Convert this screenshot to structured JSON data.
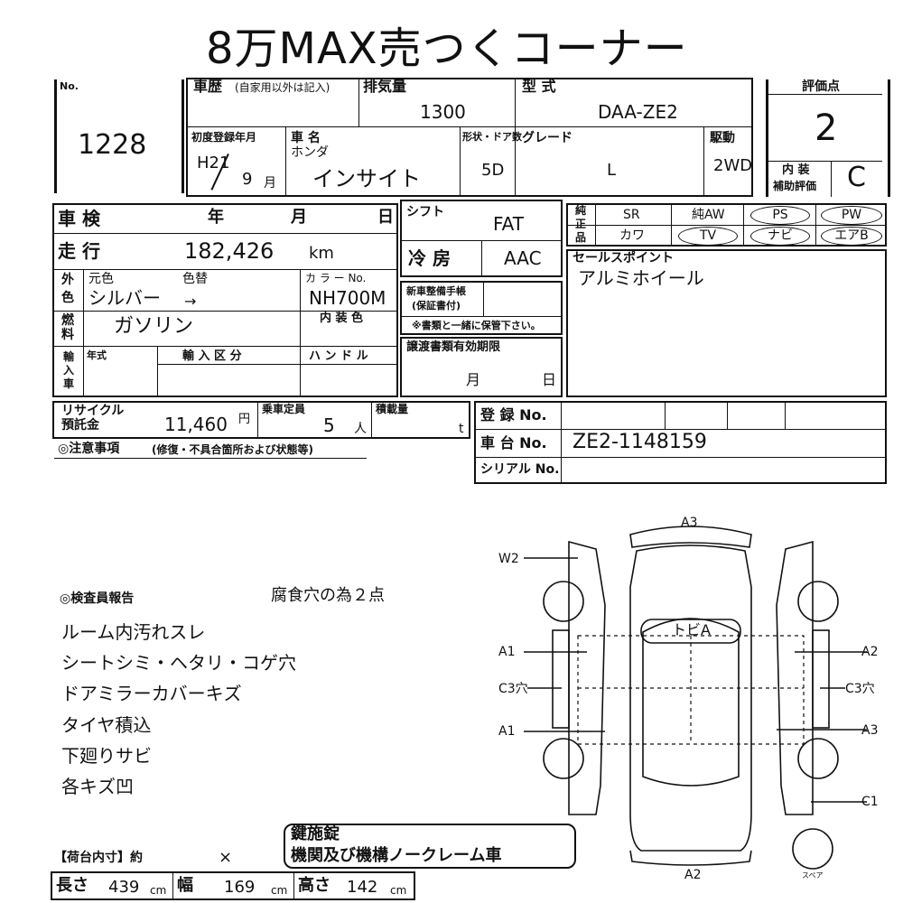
{
  "title": "8万MAX売つくコーナー",
  "lot": {
    "no_label": "No.",
    "number": "1228"
  },
  "history": {
    "label": "車歴",
    "note": "(自家用以外は記入)"
  },
  "displacement": {
    "label": "排気量",
    "value": "1300"
  },
  "model": {
    "label": "型 式",
    "value": "DAA-ZE2"
  },
  "score": {
    "label": "評価点",
    "value": "2",
    "interior_label_1": "内 装",
    "interior_label_2": "補助評価",
    "interior_value": "C"
  },
  "first_reg": {
    "label": "初度登録年月",
    "era": "H21",
    "month": "9",
    "month_unit": "月"
  },
  "car_name": {
    "label": "車 名",
    "maker": "ホンダ",
    "name": "インサイト"
  },
  "body": {
    "label": "形状・ドア数",
    "value": "5D"
  },
  "grade": {
    "label": "グレード",
    "value": "L"
  },
  "drive": {
    "label": "駆動",
    "value": "2WD"
  },
  "shaken": {
    "label": "車 検",
    "year": "年",
    "month": "月",
    "day": "日"
  },
  "shift": {
    "label": "シフト",
    "value": "FAT"
  },
  "equipment": {
    "label_top": "純",
    "label_mid": "正",
    "label_bot": "品",
    "row1": [
      "SR",
      "純AW",
      "PS",
      "PW"
    ],
    "row2": [
      "カワ",
      "TV",
      "ナビ",
      "エアB"
    ]
  },
  "mileage": {
    "label": "走 行",
    "value": "182,426",
    "unit": "km"
  },
  "aircon": {
    "label": "冷 房",
    "value": "AAC"
  },
  "sales_point": {
    "label": "セールスポイント",
    "value": "アルミホイール"
  },
  "color": {
    "label_1": "外",
    "label_2": "色",
    "orig_label": "元色",
    "change_label": "色替",
    "orig_value": "シルバー",
    "change_value": "→",
    "code_label": "カ ラ ー No.",
    "code_value": "NH700M"
  },
  "new_car_manual": {
    "label_1": "新車整備手帳",
    "label_2": "(保証書付)"
  },
  "keep_note": "※書類と一緒に保管下さい。",
  "fuel": {
    "label_1": "燃",
    "label_2": "料",
    "value": "ガソリン",
    "interior_label": "内 装 色"
  },
  "transfer_docs": {
    "label": "譲渡書類有効期限",
    "month": "月",
    "day": "日"
  },
  "import": {
    "label_1": "輸",
    "label_2": "入",
    "label_3": "車",
    "year_label": "年式",
    "class_label": "輸 入 区 分",
    "handle_label": "ハ ン ド ル"
  },
  "recycle": {
    "label_1": "リサイクル",
    "label_2": "預託金",
    "value": "11,460",
    "unit": "円"
  },
  "capacity": {
    "label": "乗車定員",
    "value": "5",
    "unit": "人"
  },
  "load": {
    "label": "積載量",
    "unit": "t"
  },
  "registration": {
    "label": "登 録 No."
  },
  "chassis": {
    "label": "車 台 No.",
    "value": "ZE2-1148159"
  },
  "serial": {
    "label": "シリアル No."
  },
  "caution": {
    "label": "◎注意事項",
    "note": "(修復・不具合箇所および状態等)"
  },
  "inspector": {
    "label": "◎検査員報告",
    "top_note": "腐食穴の為２点",
    "lines": [
      "ルーム内汚れスレ",
      "シートシミ・ヘタリ・コゲ穴",
      "ドアミラーカバーキズ",
      "タイヤ積込",
      "下廻りサビ",
      "各キズ凹"
    ]
  },
  "diagram": {
    "top": "A3",
    "w2": "W2",
    "roof": "トビA",
    "left": [
      "A1",
      "C3穴",
      "A1"
    ],
    "right": [
      "A2",
      "C3穴",
      "A3",
      "C1"
    ],
    "bottom": "A2",
    "spare": "スペア"
  },
  "key_notice": {
    "line_1": "鍵施錠",
    "line_2": "機関及び機構ノークレーム車"
  },
  "cargo": {
    "label": "【荷台内寸】約",
    "x": "×"
  },
  "dims": {
    "length_label": "長さ",
    "length": "439",
    "width_label": "幅",
    "width": "169",
    "height_label": "高さ",
    "height": "142",
    "unit": "cm"
  }
}
